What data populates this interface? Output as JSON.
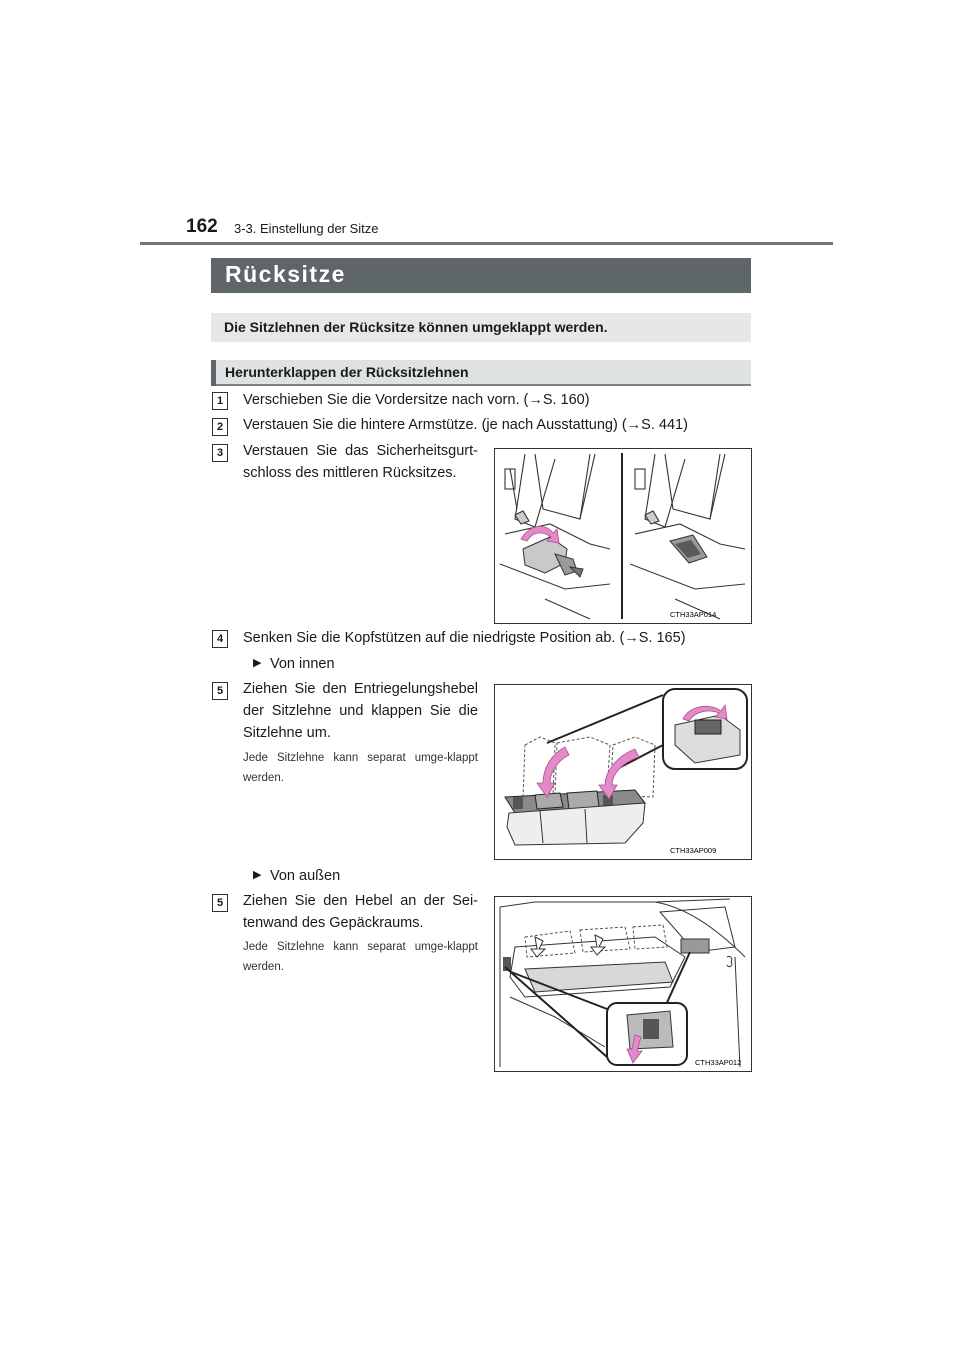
{
  "header": {
    "page_number": "162",
    "section": "3-3. Einstellung der Sitze"
  },
  "title": "Rücksitze",
  "intro": "Die Sitzlehnen der Rücksitze können umgeklappt werden.",
  "subsection": "Herunterklappen der Rücksitzlehnen",
  "steps": [
    {
      "num": "1",
      "text": "Verschieben Sie die Vordersitze nach vorn. (→S. 160)"
    },
    {
      "num": "2",
      "text": "Verstauen Sie die hintere Armstütze. (je nach Ausstattung) (→S. 441)"
    },
    {
      "num": "3",
      "text": "Verstauen Sie das Sicherheitsgurt-schloss des mittleren Rücksitzes."
    },
    {
      "num": "4",
      "text": "Senken Sie die Kopfstützen auf die niedrigste Position ab. (→S. 165)"
    }
  ],
  "inside": {
    "bullet": "▶",
    "label": "Von innen",
    "num": "5",
    "text": "Ziehen Sie den Entriegelungshebel der Sitzlehne und klappen Sie die Sitzlehne um.",
    "note": "Jede Sitzlehne kann separat umge-klappt werden."
  },
  "outside": {
    "bullet": "▶",
    "label": "Von außen",
    "num": "5",
    "text": "Ziehen Sie den Hebel an der Sei-tenwand des Gepäckraums.",
    "note": "Jede Sitzlehne kann separat umge-klappt werden."
  },
  "figures": {
    "fig1_code": "CTH33AP014",
    "fig2_code": "CTH33AP009",
    "fig3_code": "CTH33AP012"
  },
  "colors": {
    "title_bar": "#5e666a",
    "arrow_pink": "#e58ac9",
    "panel_gray": "#e5e7e8"
  }
}
